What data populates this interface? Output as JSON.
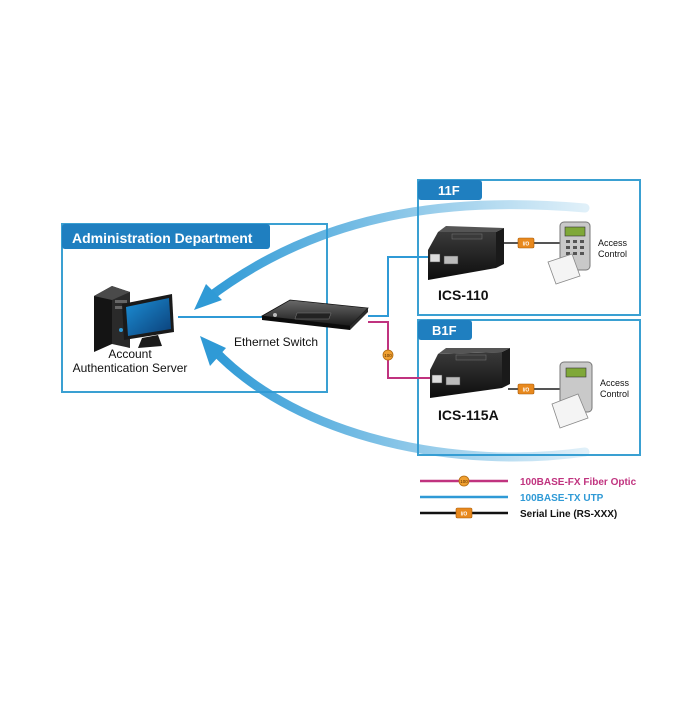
{
  "colors": {
    "box_border": "#3aa0d2",
    "header_bg": "#1f7fc0",
    "fiber": "#c0337f",
    "utp": "#2f9ad6",
    "serial": "#111111",
    "arrow": "#2f9ad6"
  },
  "admin": {
    "title": "Administration Department",
    "server_label_line1": "Account",
    "server_label_line2": "Authentication Server",
    "switch_label": "Ethernet Switch"
  },
  "floor_11f": {
    "title": "11F",
    "device_label": "ICS-110",
    "port_tag": "I/O",
    "access_line1": "Access",
    "access_line2": "Control",
    "icon": "server-box-icon"
  },
  "floor_b1f": {
    "title": "B1F",
    "device_label": "ICS-115A",
    "port_tag": "I/O",
    "access_line1": "Access",
    "access_line2": "Control",
    "icon": "server-box-icon"
  },
  "fiber_tag": "100",
  "legend": [
    {
      "tag": "100",
      "label": "100BASE-FX Fiber Optic",
      "color": "#c0337f"
    },
    {
      "tag": "",
      "label": "100BASE-TX UTP",
      "color": "#2f9ad6"
    },
    {
      "tag": "I/O",
      "label": "Serial Line (RS-XXX)",
      "color": "#111111"
    }
  ]
}
